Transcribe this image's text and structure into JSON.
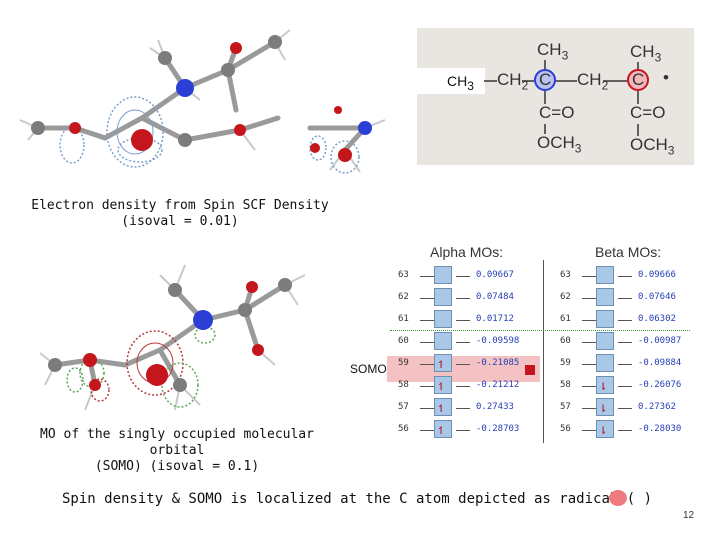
{
  "captions": {
    "spin_density_line1": "Electron density from Spin SCF Density",
    "spin_density_line2": "(isoval = 0.01)",
    "somo_line1": "MO of the singly occupied molecular orbital",
    "somo_line2": "(SOMO) (isoval = 0.1)",
    "somo_label": "SOMO",
    "footer": "Spin density & SOMO is localized at the C atom depicted as radical (   )",
    "page_number": "12"
  },
  "formula": {
    "ch3_top_left": "CH",
    "ch3_top_left_sub": "3",
    "ch3_top_right": "CH",
    "ch3_top_right_sub": "3",
    "ch3_left": "CH",
    "ch3_left_sub": "3",
    "ch2_a": "CH",
    "ch2_a_sub": "2",
    "c_a": "C",
    "ch2_b": "CH",
    "ch2_b_sub": "2",
    "c_b": "C",
    "radical": "•",
    "co_a": "C=O",
    "co_b": "C=O",
    "och3_a": "OCH",
    "och3_a_sub": "3",
    "och3_b": "OCH",
    "och3_b_sub": "3"
  },
  "mo_table": {
    "alpha_header": "Alpha MOs:",
    "beta_header": "Beta MOs:",
    "alpha": [
      {
        "n": "63",
        "val": "0.09667",
        "occ": 0
      },
      {
        "n": "62",
        "val": "0.07484",
        "occ": 0
      },
      {
        "n": "61",
        "val": "0.01712",
        "occ": 0
      },
      {
        "n": "60",
        "val": "-0.09598",
        "occ": 0
      },
      {
        "n": "59",
        "val": "-0.21085",
        "occ": 1
      },
      {
        "n": "58",
        "val": "-0.21212",
        "occ": 1
      },
      {
        "n": "57",
        "val": "0.27433",
        "occ": 1
      },
      {
        "n": "56",
        "val": "-0.28703",
        "occ": 1
      }
    ],
    "beta": [
      {
        "n": "63",
        "val": "0.09666",
        "occ": 0
      },
      {
        "n": "62",
        "val": "0.07646",
        "occ": 0
      },
      {
        "n": "61",
        "val": "0.06302",
        "occ": 0
      },
      {
        "n": "60",
        "val": "-0.00987",
        "occ": 0
      },
      {
        "n": "59",
        "val": "-0.09884",
        "occ": 0
      },
      {
        "n": "58",
        "val": "-0.26076",
        "occ": 1
      },
      {
        "n": "57",
        "val": "0.27362",
        "occ": 1
      },
      {
        "n": "56",
        "val": "-0.28030",
        "occ": 1
      }
    ],
    "alpha_arrow": "↿",
    "beta_arrow": "⇂"
  },
  "colors": {
    "atom_carbon": "#7c7c7c",
    "atom_oxygen": "#c4161c",
    "atom_nitrogen_blue": "#2b3fd6",
    "isosurface_blue": "#7b9fc9",
    "isosurface_red": "#b53a3a",
    "isosurface_green": "#5ca65c",
    "mo_box": "#a9c7e6",
    "highlight": "#f5c2c4",
    "value_blue": "#2740b8",
    "radical_dot": "#f07b7e"
  }
}
